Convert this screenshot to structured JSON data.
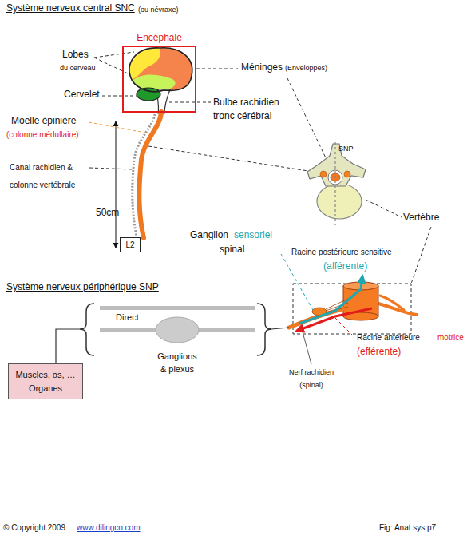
{
  "diagram": {
    "title": "Système nerveux central SNC",
    "nodes": [
      {
        "text": [
          "Encéphale"
        ]
      },
      {
        "text": [
          "L2"
        ]
      },
      {
        "text": [
          "Muscles, os, … Organes"
        ]
      }
    ],
    "labels": [
      "(ou névraxe)",
      "Lobes",
      "du cerveau",
      "Cervelet",
      "Méninges",
      "(Enveloppes)",
      "Bulbe rachidien tronc cérébral",
      "Moelle épinière",
      "(colonne médullaire)",
      "Canal rachidien & colonne vertébrale",
      "50cm",
      "SNP",
      "Vertèbre",
      "Ganglion",
      "sensoriel",
      "spinal",
      "Racine postérieure sensitive",
      "(afférente)",
      "Racine antérieure",
      "motrice",
      "(efférente)",
      "Nerf rachidien (spinal)",
      "Système nerveux périphérique SNP",
      "Direct",
      "Ganglions & plexus",
      "© Copyright 2009",
      "www.dilingco.com",
      "Fig: Anat sys p7"
    ]
  }
}
